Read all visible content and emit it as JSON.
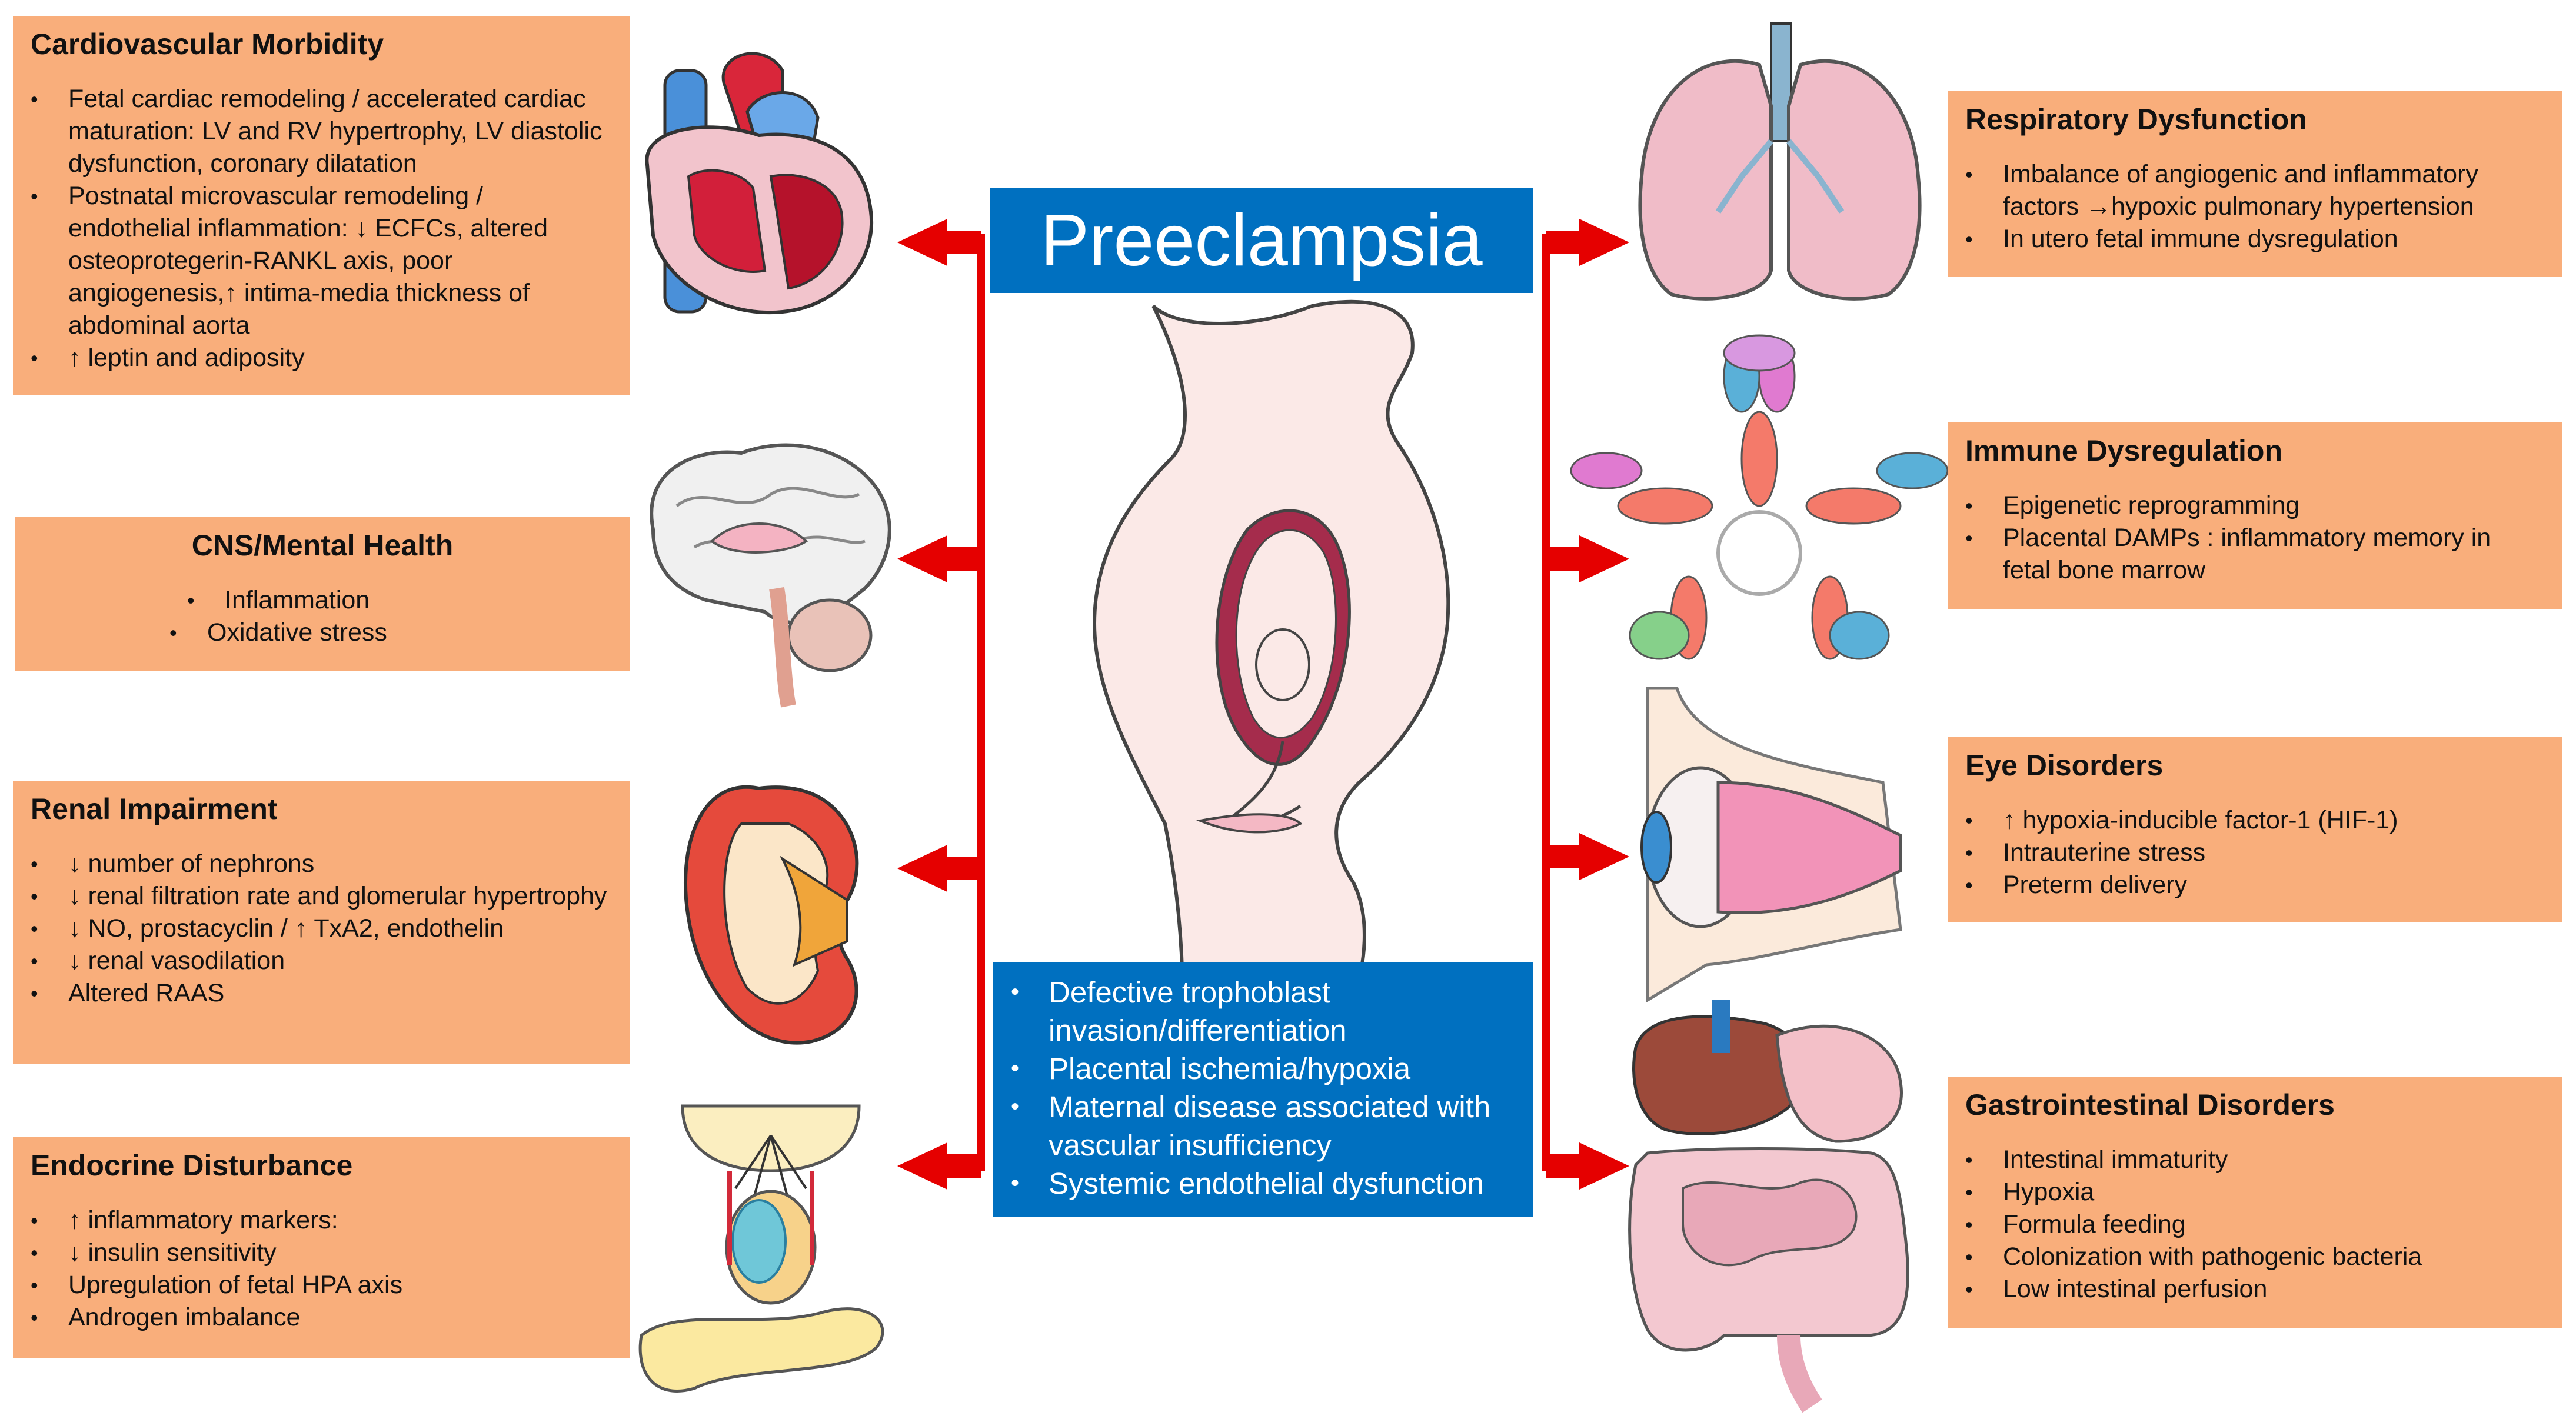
{
  "center": {
    "title": "Preeclampsia",
    "mechanisms": [
      "Defective trophoblast invasion/differentiation",
      "Placental ischemia/hypoxia",
      "Maternal disease associated with vascular insufficiency",
      "Systemic endothelial dysfunction"
    ]
  },
  "left_boxes": [
    {
      "title": "Cardiovascular Morbidity",
      "items": [
        "Fetal cardiac remodeling / accelerated cardiac maturation: LV and RV hypertrophy, LV diastolic dysfunction, coronary dilatation",
        "Postnatal microvascular remodeling / endothelial inflammation: ↓ ECFCs, altered osteoprotegerin-RANKL axis, poor angiogenesis,↑ intima-media thickness of abdominal aorta",
        "↑ leptin and adiposity"
      ]
    },
    {
      "title": "CNS/Mental Health",
      "items": [
        "Inflammation",
        "Oxidative stress"
      ]
    },
    {
      "title": "Renal Impairment",
      "items": [
        "↓ number of nephrons",
        "↓ renal filtration rate and glomerular hypertrophy",
        "↓ NO, prostacyclin / ↑ TxA2, endothelin",
        "↓  renal vasodilation",
        "Altered RAAS"
      ]
    },
    {
      "title": "Endocrine Disturbance",
      "items": [
        "↑ inflammatory markers:",
        "↓ insulin sensitivity",
        "Upregulation of fetal HPA axis",
        "Androgen imbalance"
      ]
    }
  ],
  "right_boxes": [
    {
      "title": "Respiratory Dysfunction",
      "items": [
        "Imbalance of angiogenic and inflammatory factors →hypoxic pulmonary hypertension",
        "In utero fetal immune dysregulation"
      ]
    },
    {
      "title": "Immune Dysregulation",
      "items": [
        "Epigenetic reprogramming",
        "Placental DAMPs : inflammatory memory in fetal bone marrow"
      ]
    },
    {
      "title": "Eye Disorders",
      "items": [
        "↑ hypoxia-inducible factor-1 (HIF-1)",
        "Intrauterine stress",
        "Preterm delivery"
      ]
    },
    {
      "title": "Gastrointestinal Disorders",
      "items": [
        "Intestinal immaturity",
        "Hypoxia",
        "Formula feeding",
        "Colonization with pathogenic bacteria",
        "Low intestinal perfusion"
      ]
    }
  ],
  "colors": {
    "box_fill": "#f9ae7b",
    "banner_fill": "#0070c0",
    "connector_red": "#e50000"
  },
  "illustrations": [
    "heart-icon",
    "brain-icon",
    "kidney-icon",
    "endocrine-glands-icon",
    "pregnant-woman-fetus-icon",
    "lungs-icon",
    "antibody-icon",
    "eye-icon",
    "digestive-system-icon"
  ]
}
